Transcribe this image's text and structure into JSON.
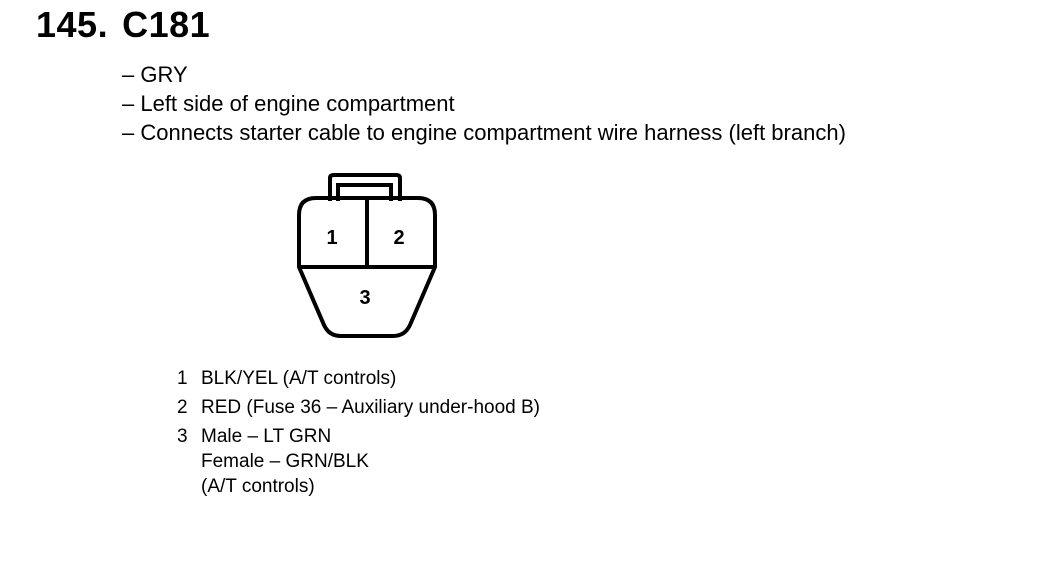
{
  "header": {
    "number": "145.",
    "connector_id": "C181"
  },
  "description": [
    "– GRY",
    "– Left side of engine compartment",
    "– Connects starter cable to engine compartment wire harness (left branch)"
  ],
  "connector_diagram": {
    "pin_labels": [
      "1",
      "2",
      "3"
    ]
  },
  "pins": [
    {
      "number": "1",
      "lines": [
        "BLK/YEL (A/T controls)"
      ]
    },
    {
      "number": "2",
      "lines": [
        "RED (Fuse 36 – Auxiliary under-hood B)"
      ]
    },
    {
      "number": "3",
      "lines": [
        "Male – LT GRN",
        "Female – GRN/BLK",
        "(A/T controls)"
      ]
    }
  ]
}
